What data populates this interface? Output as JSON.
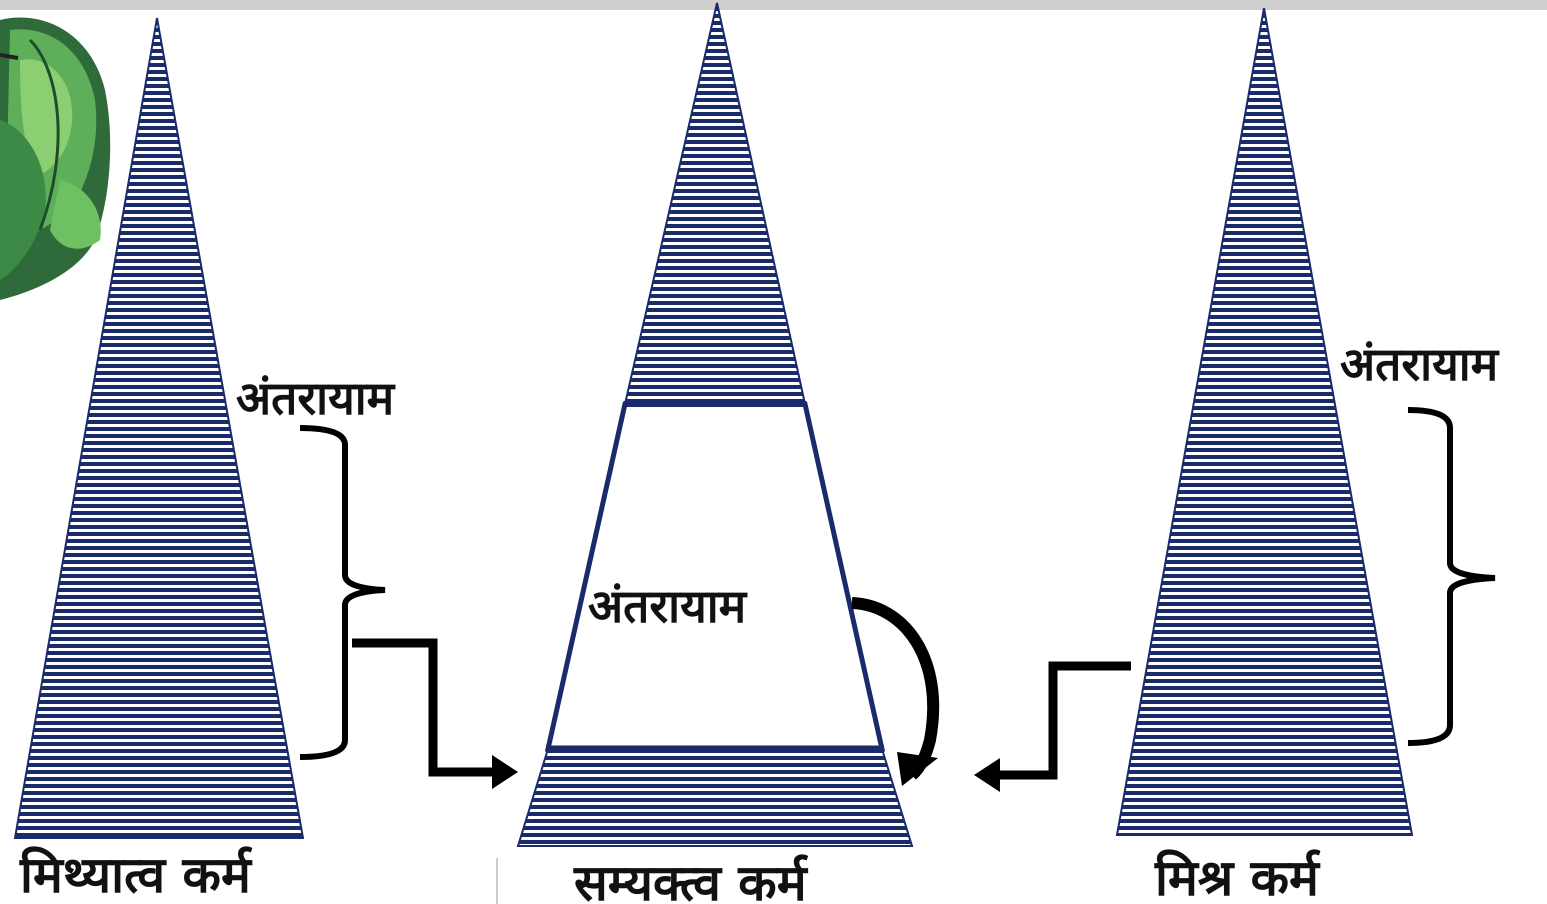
{
  "colors": {
    "stripe": "#1a2b6b",
    "outline": "#1a2b6b",
    "bracket": "#000000",
    "arrow": "#000000",
    "text": "#111111",
    "leaf_dark": "#1f4d2b",
    "leaf_light": "#5fae5a"
  },
  "icons": {
    "decoration": "leaf-vine-decoration"
  },
  "diagram": {
    "cones": [
      {
        "id": "mithyatva",
        "label": "मिथ्यात्व कर्म"
      },
      {
        "id": "samyaktva",
        "label": "सम्यक्त्व कर्म"
      },
      {
        "id": "mishra",
        "label": "मिश्र कर्म"
      }
    ],
    "labels": {
      "left_interval": "अंतरायाम",
      "center_interval": "अंतरायाम",
      "right_interval": "अंतरायाम"
    }
  }
}
